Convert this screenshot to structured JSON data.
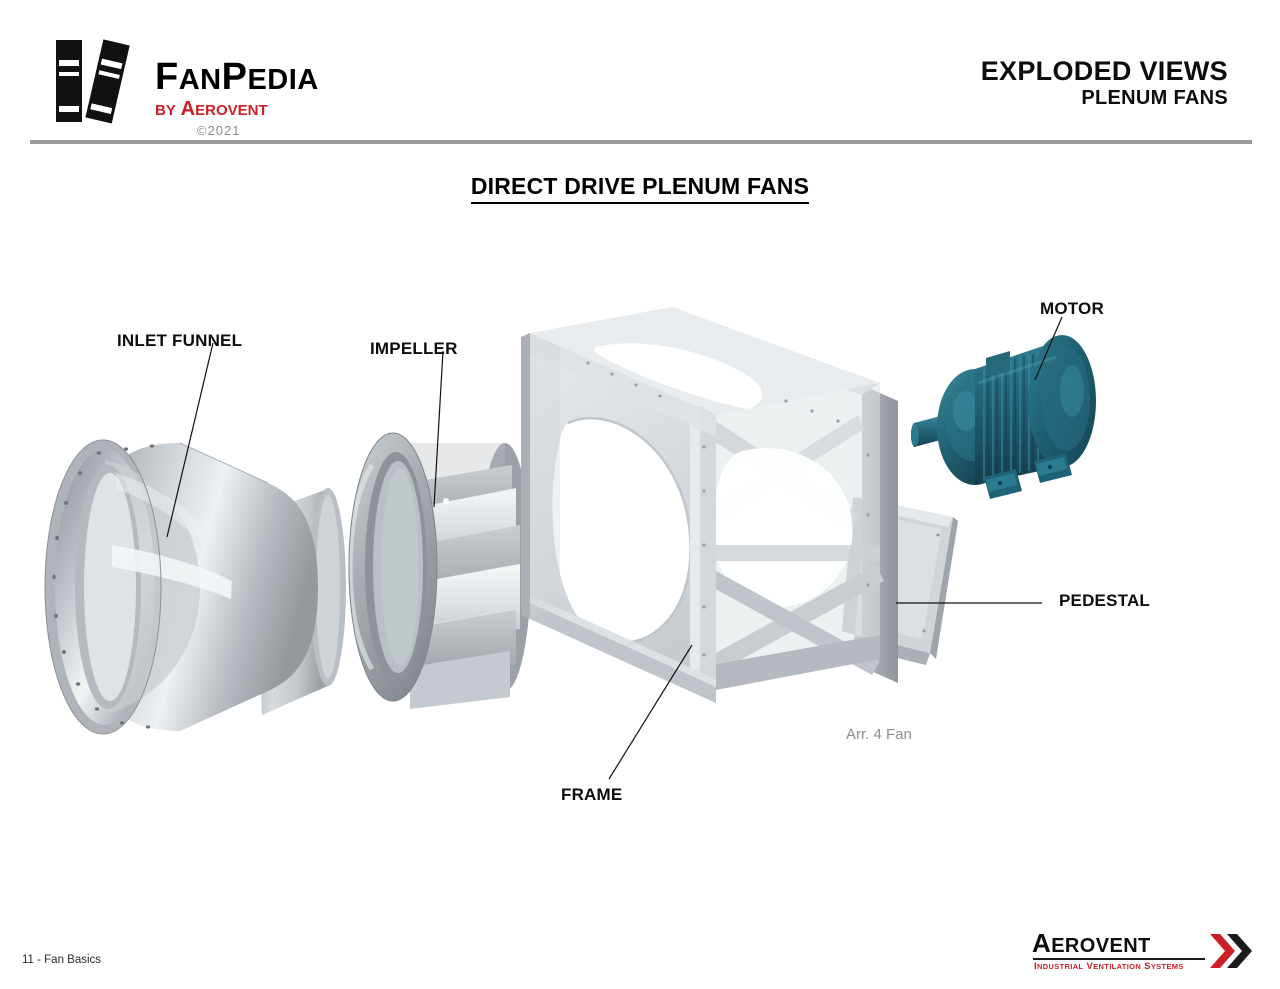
{
  "header": {
    "logo": {
      "brand_main": "Fan",
      "brand_main_2": "an",
      "brand_sec": "P",
      "brand_sec_2": "edia",
      "brand_full": "FanPedia",
      "byline_by": "by",
      "byline_brand": "Aerovent",
      "copyright": "©2021",
      "books_icon": "books-icon"
    },
    "title_main": "EXPLODED VIEWS",
    "title_sub": "PLENUM FANS"
  },
  "slide": {
    "title": "DIRECT DRIVE PLENUM FANS"
  },
  "diagram": {
    "type": "exploded-assembly-illustration",
    "subject": "Direct drive plenum fan",
    "annotation": "Arr. 4 Fan",
    "components": [
      {
        "id": "inlet-funnel",
        "label": "INLET FUNNEL",
        "material_color": "#b9bec2",
        "description": "Bell-mouth inlet cone with bolted flange ring"
      },
      {
        "id": "impeller",
        "label": "IMPELLER",
        "material_color": "#a9aeb2",
        "description": "Backward-inclined centrifugal wheel with blades and back plate"
      },
      {
        "id": "frame",
        "label": "FRAME",
        "material_color": "#c6cbd0",
        "description": "Welded box frame with circular inlet opening and diagonal braces"
      },
      {
        "id": "motor",
        "label": "MOTOR",
        "material_color": "#1f5d6e",
        "description": "Finned TEFC electric motor with shaft and mounting feet"
      },
      {
        "id": "pedestal",
        "label": "PEDESTAL",
        "material_color": "#c3c8cd",
        "description": "Tapered motor support plate mounted to frame"
      }
    ]
  },
  "footer": {
    "page_label": "11 - Fan Basics",
    "logo_word": "Aerovent",
    "logo_tagline": "Industrial Ventilation Systems",
    "chevron_icon": "double-chevron-right-icon"
  },
  "colors": {
    "brand_red": "#cc2027",
    "ink": "#0d0d0d",
    "rule_gray": "#9a9a9a",
    "annotation_gray": "#8e8e8e",
    "motor_teal": "#1f5d6e",
    "metal_gray": "#bcc1c6"
  }
}
